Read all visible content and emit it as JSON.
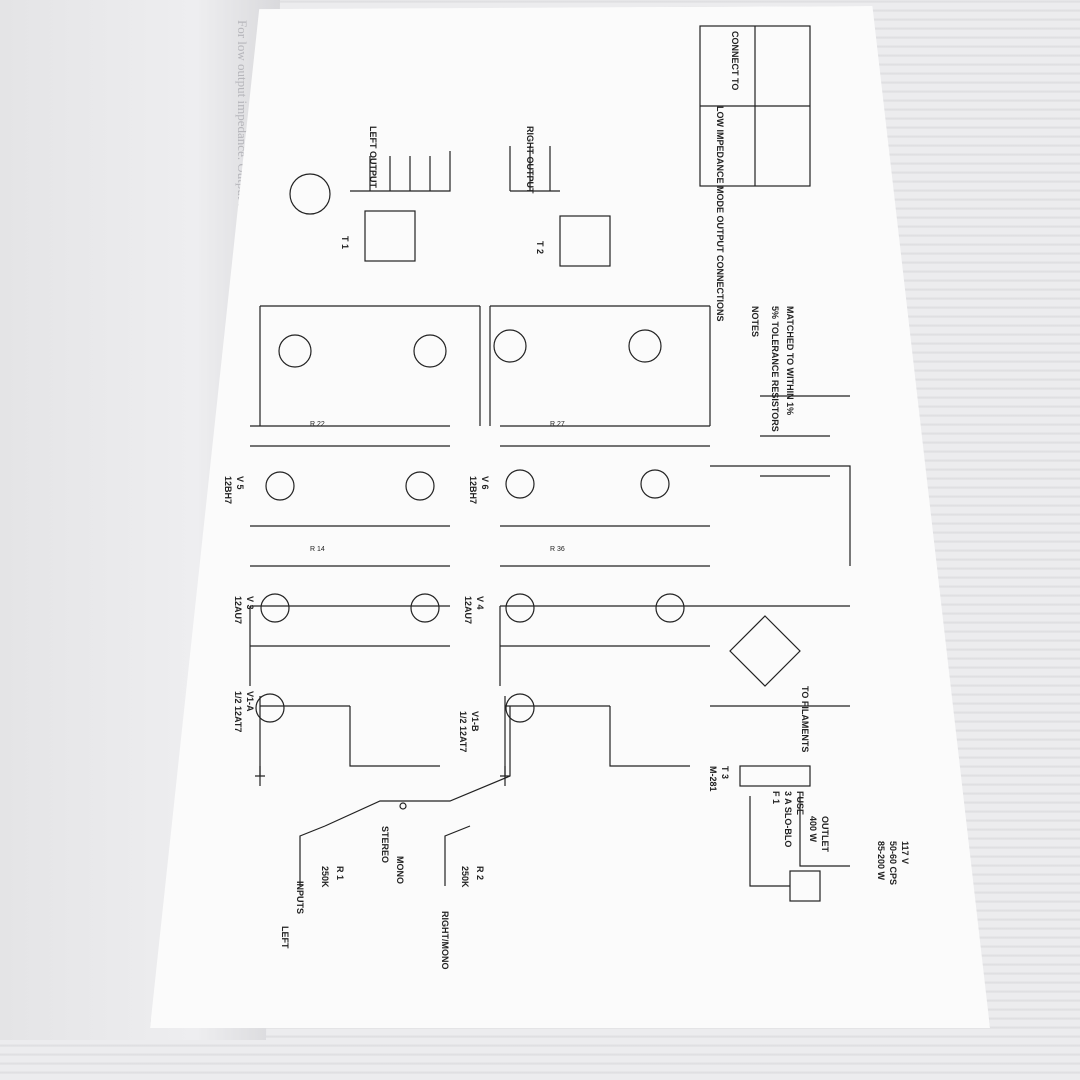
{
  "inputs": {
    "title": "INPUTS",
    "left": "LEFT",
    "right": "RIGHT/MONO"
  },
  "selector": {
    "stereo": "STEREO",
    "mono": "MONO"
  },
  "pots": {
    "r1": "R 1",
    "r1_value": "250K",
    "r2": "R 2",
    "r2_value": "250K"
  },
  "tubes": {
    "v1a": "V1-A",
    "v1a_type": "1/2 12AT7",
    "v1b": "V1-B",
    "v1b_type": "1/2 12AT7",
    "v3": "V 3",
    "v3_type": "12AU7",
    "v4": "V 4",
    "v4_type": "12AU7",
    "v5": "V 5",
    "v5_type": "12BH7",
    "v6": "V 6",
    "v6_type": "12BH7"
  },
  "power": {
    "outlet": "OUTLET",
    "outlet_rating": "400 W",
    "fuse": "FUSE",
    "fuse_rating": "3 A SLO-BLO",
    "f1": "F 1",
    "mains": "117 V",
    "mains_freq": "50-60 CPS",
    "mains_watts": "85-200 W",
    "filaments": "TO FILAMENTS",
    "t3": "T 3",
    "t3_part": "M-281"
  },
  "outputs": {
    "left_output": "LEFT OUTPUT",
    "right_output": "RIGHT OUTPUT",
    "t1": "T 1",
    "t2": "T 2"
  },
  "notes": {
    "title": "NOTES",
    "items": [
      "5% TOLERANCE RESISTORS",
      "MATCHED TO WITHIN 1%"
    ]
  },
  "table": {
    "title": "LOW IMPEDANCE MODE OUTPUT CONNECTIONS",
    "header": "CONNECT TO"
  },
  "left_page_text": "For low output impedance. Output transformer"
}
